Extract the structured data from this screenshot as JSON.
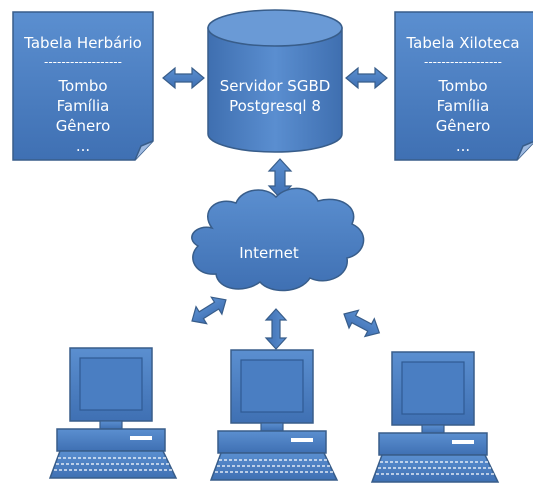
{
  "table_left": {
    "title": "Tabela Herbário",
    "divider": "------------------",
    "fields": [
      "Tombo",
      "Família",
      "Gênero",
      "..."
    ]
  },
  "table_right": {
    "title": "Tabela Xiloteca",
    "divider": "------------------",
    "fields": [
      "Tombo",
      "Família",
      "Gênero",
      "..."
    ]
  },
  "server": {
    "line1": "Servidor SGBD",
    "line2": "Postgresql 8"
  },
  "network": {
    "label": "Internet"
  },
  "colors": {
    "fill": "#4f81bd",
    "fill_dark": "#3a6aa5",
    "stroke": "#385d8a",
    "text": "#ffffff"
  }
}
